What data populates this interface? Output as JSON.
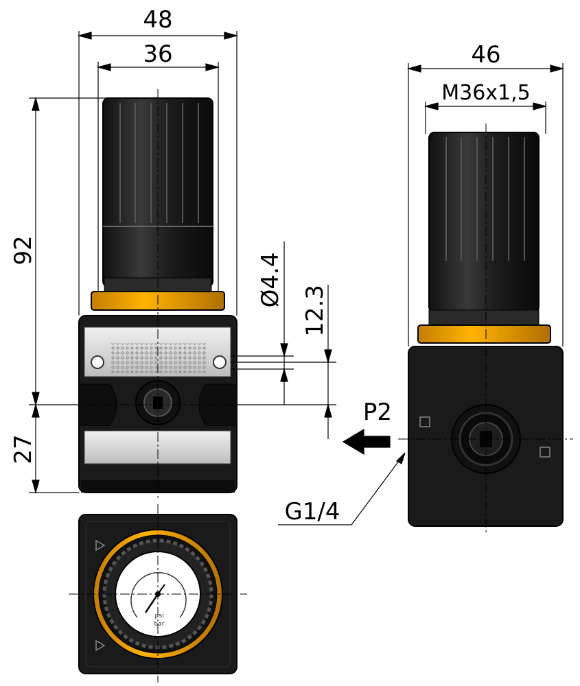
{
  "drawing": {
    "front_view": {
      "width_overall": "48",
      "width_inner": "36",
      "height_overall": "92",
      "height_port": "27",
      "hole_diameter": "Ø4.4",
      "hole_spacing": "12.3"
    },
    "side_view": {
      "width_overall": "46",
      "thread": "M36x1,5",
      "port_label": "P2",
      "port_thread": "G1/4"
    },
    "bottom_view": {
      "gauge_unit_top": "psi",
      "gauge_unit_bottom": "bar"
    },
    "colors": {
      "accent_ring": "#f5a300",
      "body": "#1a1a1a",
      "plate": "#d0d0d0"
    }
  }
}
